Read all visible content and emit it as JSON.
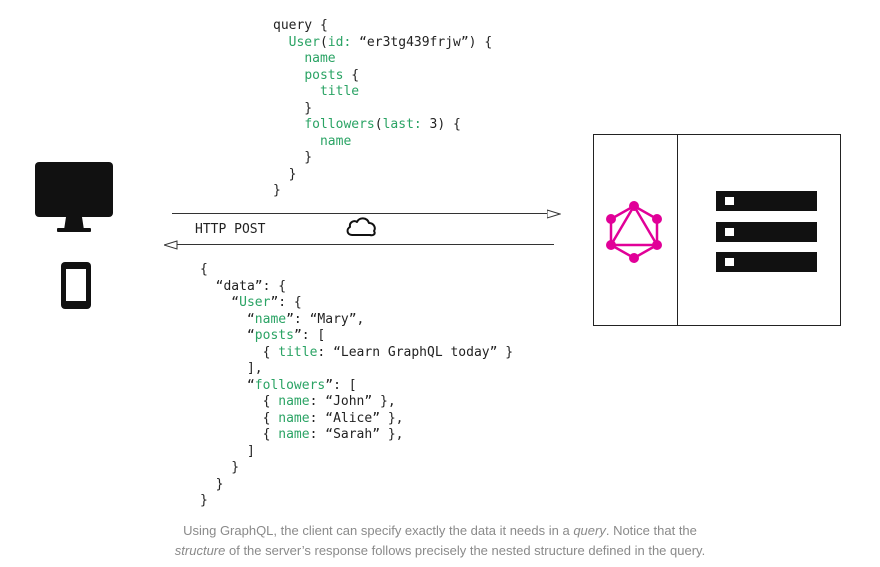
{
  "query_lines": [
    [
      {
        "t": "query {",
        "c": ""
      }
    ],
    [
      {
        "t": "  ",
        "c": ""
      },
      {
        "t": "User",
        "c": "g"
      },
      {
        "t": "(",
        "c": ""
      },
      {
        "t": "id:",
        "c": "g"
      },
      {
        "t": " “er3tg439frjw”) {",
        "c": ""
      }
    ],
    [
      {
        "t": "    ",
        "c": ""
      },
      {
        "t": "name",
        "c": "g"
      }
    ],
    [
      {
        "t": "    ",
        "c": ""
      },
      {
        "t": "posts",
        "c": "g"
      },
      {
        "t": " {",
        "c": ""
      }
    ],
    [
      {
        "t": "      ",
        "c": ""
      },
      {
        "t": "title",
        "c": "g"
      }
    ],
    [
      {
        "t": "    }",
        "c": ""
      }
    ],
    [
      {
        "t": "    ",
        "c": ""
      },
      {
        "t": "followers",
        "c": "g"
      },
      {
        "t": "(",
        "c": ""
      },
      {
        "t": "last:",
        "c": "g"
      },
      {
        "t": " 3) {",
        "c": ""
      }
    ],
    [
      {
        "t": "      ",
        "c": ""
      },
      {
        "t": "name",
        "c": "g"
      }
    ],
    [
      {
        "t": "    }",
        "c": ""
      }
    ],
    [
      {
        "t": "  }",
        "c": ""
      }
    ],
    [
      {
        "t": "}",
        "c": ""
      }
    ]
  ],
  "response_lines": [
    [
      {
        "t": "{",
        "c": ""
      }
    ],
    [
      {
        "t": "  “data”: {",
        "c": ""
      }
    ],
    [
      {
        "t": "    “",
        "c": ""
      },
      {
        "t": "User",
        "c": "g"
      },
      {
        "t": "”: {",
        "c": ""
      }
    ],
    [
      {
        "t": "      “",
        "c": ""
      },
      {
        "t": "name",
        "c": "g"
      },
      {
        "t": "”: “Mary”,",
        "c": ""
      }
    ],
    [
      {
        "t": "      “",
        "c": ""
      },
      {
        "t": "posts",
        "c": "g"
      },
      {
        "t": "”: [",
        "c": ""
      }
    ],
    [
      {
        "t": "        { ",
        "c": ""
      },
      {
        "t": "title",
        "c": "g"
      },
      {
        "t": ": “Learn GraphQL today” }",
        "c": ""
      }
    ],
    [
      {
        "t": "      ],",
        "c": ""
      }
    ],
    [
      {
        "t": "      “",
        "c": ""
      },
      {
        "t": "followers",
        "c": "g"
      },
      {
        "t": "”: [",
        "c": ""
      }
    ],
    [
      {
        "t": "        { ",
        "c": ""
      },
      {
        "t": "name",
        "c": "g"
      },
      {
        "t": ": “John” },",
        "c": ""
      }
    ],
    [
      {
        "t": "        { ",
        "c": ""
      },
      {
        "t": "name",
        "c": "g"
      },
      {
        "t": ": “Alice” },",
        "c": ""
      }
    ],
    [
      {
        "t": "        { ",
        "c": ""
      },
      {
        "t": "name",
        "c": "g"
      },
      {
        "t": ": “Sarah” },",
        "c": ""
      }
    ],
    [
      {
        "t": "      ]",
        "c": ""
      }
    ],
    [
      {
        "t": "    }",
        "c": ""
      }
    ],
    [
      {
        "t": "  }",
        "c": ""
      }
    ],
    [
      {
        "t": "}",
        "c": ""
      }
    ]
  ],
  "http_label": "HTTP POST",
  "caption": {
    "line1_pre": "Using GraphQL, the client can specify exactly the data it needs in a ",
    "line1_em": "query",
    "line1_post": ". Notice that the",
    "line2_em": "structure",
    "line2_post": " of the server’s response follows precisely the nested structure defined in the query."
  },
  "colors": {
    "field_green": "#2aa364",
    "graphql_pink": "#e10098",
    "ink": "#111111",
    "caption_grey": "#8a8a8a"
  },
  "icons": [
    "desktop-monitor-icon",
    "mobile-phone-icon",
    "cloud-icon",
    "graphql-logo-icon",
    "server-rack-icon"
  ]
}
